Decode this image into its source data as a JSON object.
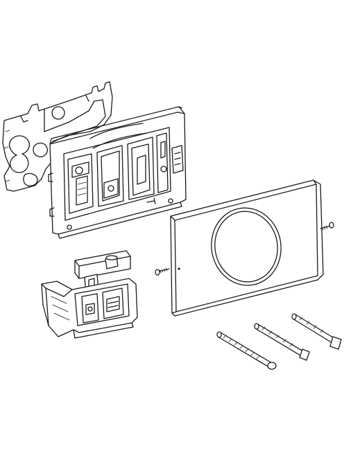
{
  "diagram": {
    "type": "exploded-view",
    "background": "#ffffff",
    "line_color": "#1a1a1a",
    "parts": [
      "mounting-template",
      "mounting-frame",
      "control-module",
      "cover-plate",
      "plate-screws",
      "frame-screw",
      "mounting-bolts"
    ]
  }
}
